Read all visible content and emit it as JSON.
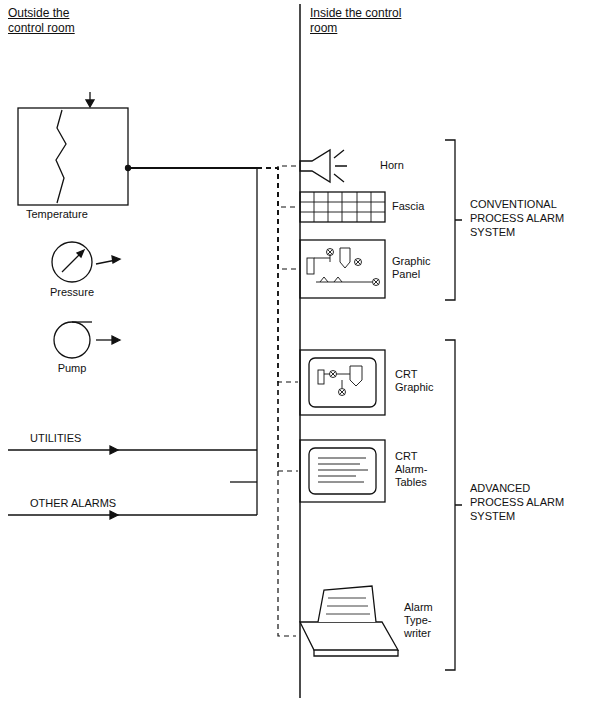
{
  "diagram": {
    "nodes": [
      {
        "text": [
          "Temperature"
        ]
      },
      {
        "text": [
          "Pressure"
        ]
      },
      {
        "text": [
          "Pump"
        ]
      },
      {
        "text": [
          "Horn"
        ]
      },
      {
        "text": [
          "Fascia"
        ]
      },
      {
        "text": [
          "Graphic Panel"
        ]
      },
      {
        "text": [
          "CRT Graphic"
        ]
      },
      {
        "text": [
          "CRT Alarm-Tables"
        ]
      },
      {
        "text": [
          "Alarm Type-writer"
        ]
      }
    ],
    "edges": [
      {
        "from": 0,
        "to": 3,
        "arrow": "none"
      },
      {
        "from": 0,
        "to": 4,
        "arrow": "none"
      },
      {
        "from": 0,
        "to": 5,
        "arrow": "none"
      },
      {
        "from": 0,
        "to": 6,
        "arrow": "none"
      },
      {
        "from": 0,
        "to": 7,
        "arrow": "none"
      },
      {
        "from": 0,
        "to": 8,
        "arrow": "none"
      }
    ],
    "labels": [
      "Outside the control room",
      "Inside the control room",
      "UTILITIES",
      "OTHER ALARMS",
      "CONVENTIONAL PROCESS ALARM SYSTEM",
      "ADVANCED PROCESS ALARM SYSTEM"
    ]
  }
}
